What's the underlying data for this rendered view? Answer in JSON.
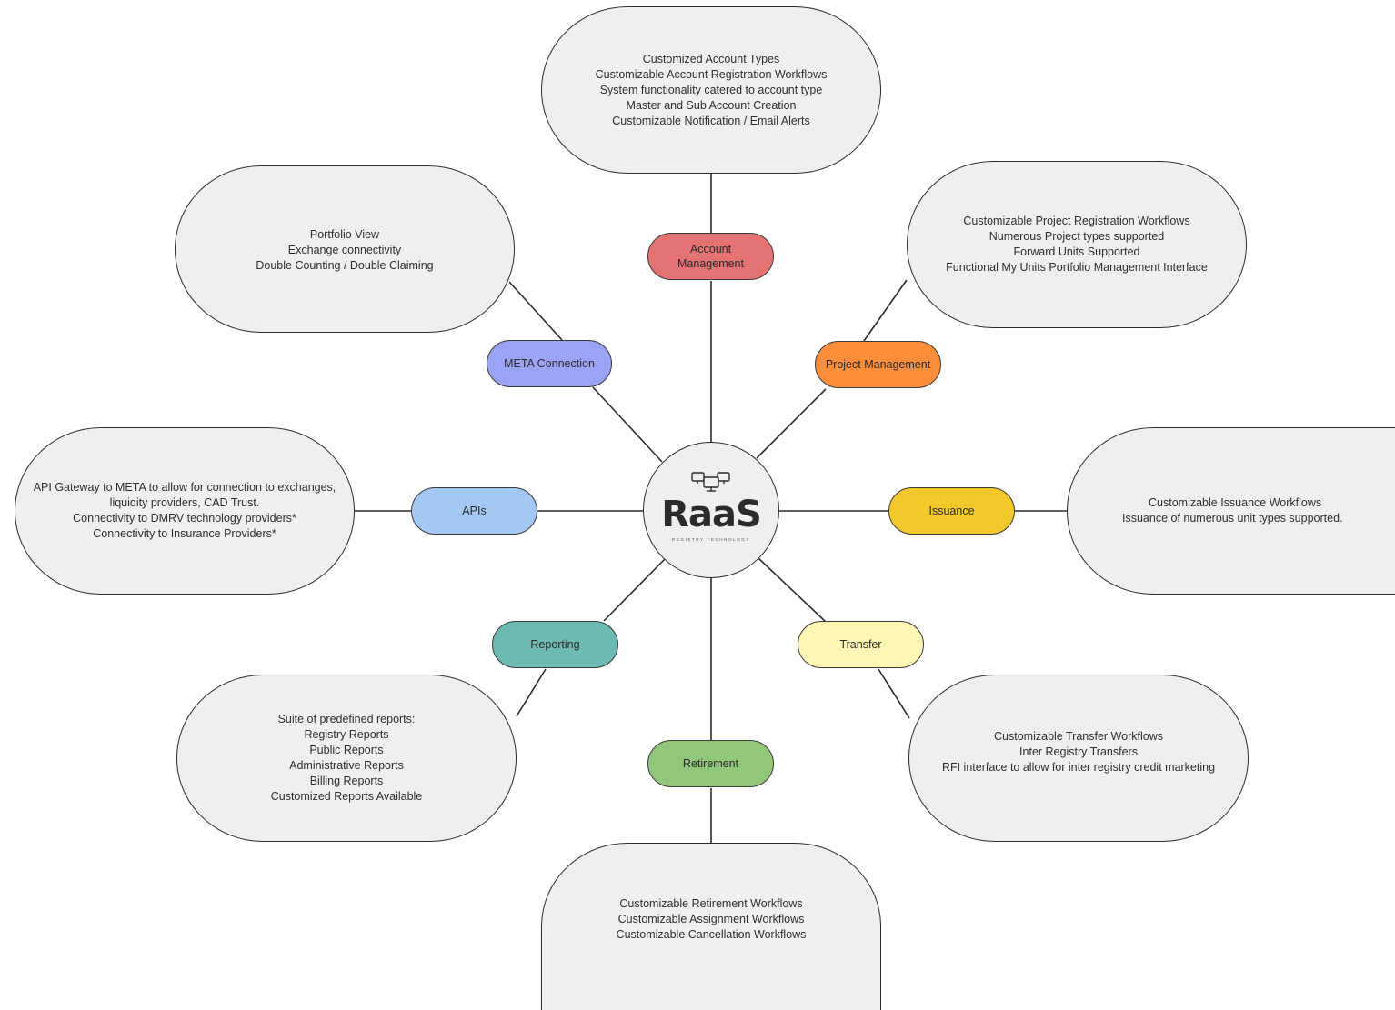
{
  "hub": {
    "title": "RaaS",
    "subtitle": "REGISTRY TECHNOLOGY",
    "logo_icon": "monitors-icon"
  },
  "categories": {
    "account": {
      "label_lines": [
        "Account",
        "Management"
      ],
      "color": "#e57373"
    },
    "meta": {
      "label_lines": [
        "META Connection"
      ],
      "color": "#9aa3f5"
    },
    "project": {
      "label_lines": [
        "Project Management"
      ],
      "color": "#fd8f3c"
    },
    "apis": {
      "label_lines": [
        "APIs"
      ],
      "color": "#a4c8f4"
    },
    "issuance": {
      "label_lines": [
        "Issuance"
      ],
      "color": "#f2c82a"
    },
    "reporting": {
      "label_lines": [
        "Reporting"
      ],
      "color": "#6cbab1"
    },
    "transfer": {
      "label_lines": [
        "Transfer"
      ],
      "color": "#fdf6b4"
    },
    "retirement": {
      "label_lines": [
        "Retirement"
      ],
      "color": "#90c77a"
    }
  },
  "details": {
    "account": [
      "Customized Account Types",
      "Customizable Account Registration Workflows",
      "System functionality catered to account type",
      "Master and Sub Account Creation",
      "Customizable Notification / Email Alerts"
    ],
    "meta": [
      "Portfolio View",
      "Exchange connectivity",
      "Double Counting / Double Claiming"
    ],
    "project": [
      "Customizable Project Registration Workflows",
      "Numerous Project types supported",
      "Forward Units Supported",
      "Functional My Units Portfolio Management Interface"
    ],
    "apis": [
      "API Gateway to META to allow for connection to exchanges,",
      "liquidity providers, CAD Trust.",
      "Connectivity to DMRV technology providers*",
      "Connectivity to Insurance Providers*"
    ],
    "issuance": [
      "Customizable Issuance Workflows",
      "Issuance of numerous unit types supported."
    ],
    "reporting": [
      "Suite of predefined reports:",
      "Registry Reports",
      "Public Reports",
      "Administrative Reports",
      "Billing Reports",
      "Customized Reports Available"
    ],
    "transfer": [
      "Customizable Transfer Workflows",
      "Inter Registry Transfers",
      "RFI interface to allow for inter registry credit marketing"
    ],
    "retirement": [
      "Customizable Retirement Workflows",
      "Customizable Assignment Workflows",
      "Customizable Cancellation Workflows"
    ]
  }
}
